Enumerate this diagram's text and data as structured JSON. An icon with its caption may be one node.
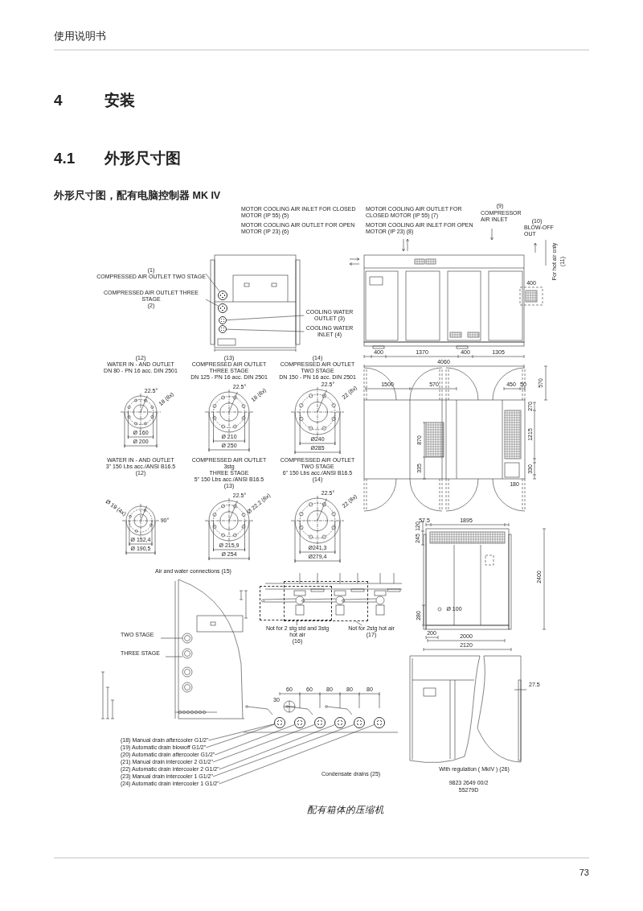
{
  "diagram": {
    "title": "外形尺寸图，配有电脑控制器 MK IV",
    "caption": "配有箱体的压缩机",
    "nodes": [
      {
        "text": [
          "(1)",
          "COMPRESSED AIR OUTLET TWO STAGE"
        ]
      },
      {
        "text": [
          "COMPRESSED AIR OUTLET THREE STAGE",
          "(2)"
        ]
      },
      {
        "text": [
          "COOLING WATER OUTLET (3)"
        ]
      },
      {
        "text": [
          "COOLING WATER INLET (4)"
        ]
      },
      {
        "text": [],
        "shape": "circle"
      },
      {
        "text": [],
        "shape": "circle"
      },
      {
        "text": [],
        "shape": "circle"
      },
      {
        "text": [],
        "shape": "circle"
      },
      {
        "text": [],
        "shape": "box"
      },
      {
        "text": [],
        "shape": "box"
      },
      {
        "text": [
          "Not for 2 stg std and 3stg hot air",
          "(16)"
        ]
      },
      {
        "text": [
          "Not for 2stg hot air",
          "(17)"
        ]
      },
      {
        "text": [
          "(18) Manual drain aftercooler G1/2\""
        ]
      },
      {
        "text": [
          "(19) Automatic drain blowoff G1/2\""
        ]
      },
      {
        "text": [
          "(20) Automatic drain aftercooler G1/2\""
        ]
      },
      {
        "text": [
          "(21) Manual drain intercooler 2 G1/2\""
        ]
      },
      {
        "text": [
          "(22) Automatic drain intercooler 2 G1/2\""
        ]
      },
      {
        "text": [
          "(23) Manual drain intercooler 1 G1/2\""
        ]
      },
      {
        "text": [
          "(24) Automatic drain intercooler 1 G1/2\""
        ]
      },
      {
        "text": [],
        "shape": "circle"
      },
      {
        "text": [],
        "shape": "circle"
      },
      {
        "text": [],
        "shape": "circle"
      },
      {
        "text": [],
        "shape": "circle"
      },
      {
        "text": [],
        "shape": "circle"
      },
      {
        "text": [],
        "shape": "circle"
      }
    ],
    "edges": [
      {
        "from": 0,
        "to": 4,
        "arrow": "none"
      },
      {
        "from": 1,
        "to": 5,
        "arrow": "none"
      },
      {
        "from": 2,
        "to": 6,
        "arrow": "none"
      },
      {
        "from": 3,
        "to": 7,
        "arrow": "none"
      },
      {
        "from": 10,
        "to": 8,
        "arrow": "none"
      },
      {
        "from": 11,
        "to": 9,
        "arrow": "none"
      },
      {
        "from": 12,
        "to": 19,
        "arrow": "none"
      },
      {
        "from": 13,
        "to": 19,
        "arrow": "none"
      },
      {
        "from": 14,
        "to": 20,
        "arrow": "none"
      },
      {
        "from": 15,
        "to": 21,
        "arrow": "none"
      },
      {
        "from": 16,
        "to": 22,
        "arrow": "none"
      },
      {
        "from": 17,
        "to": 23,
        "arrow": "none"
      },
      {
        "from": 18,
        "to": 24,
        "arrow": "none"
      }
    ],
    "labels": [
      "使用说明书",
      "4",
      "安装",
      "4.1",
      "外形尺寸图",
      "MOTOR COOLING AIR INLET FOR CLOSED MOTOR (IP 55) (5)",
      "MOTOR COOLING AIR OUTLET FOR CLOSED MOTOR (IP 55) (7)",
      "(9)",
      "COMPRESSOR AIR INLET",
      "MOTOR COOLING AIR OUTLET FOR OPEN MOTOR (IP 23) (6)",
      "MOTOR COOLING AIR INLET FOR OPEN MOTOR (IP 23) (8)",
      "(10)",
      "BLOW-OFF OUT",
      "For hot air only",
      "(11)",
      "400",
      "400",
      "1370",
      "400",
      "1305",
      "4060",
      "(12)",
      "WATER IN - AND OUTLET",
      "DN 80 - PN 16 acc. DIN 2501",
      "22.5°",
      "18 (8x)",
      "Ø 160",
      "Ø 200",
      "(13)",
      "COMPRESSED AIR OUTLET THREE STAGE",
      "DN 125 - PN 16 acc. DIN 2501",
      "22.5°",
      "18 (8x)",
      "Ø 210",
      "Ø 250",
      "(14)",
      "COMPRESSED AIR OUTLET TWO STAGE",
      "DN 150 - PN 16 acc. DIN 2501",
      "22.5°",
      "22 (8x)",
      "Ø240",
      "Ø285",
      "WATER IN - AND OUTLET",
      "3\" 150 Lbs acc./ANSI B16.5",
      "(12)",
      "Ø 19 (4x)",
      "90°",
      "Ø 152,4",
      "Ø 190,5",
      "COMPRESSED AIR OUTLET 3stg",
      "THREE STAGE",
      "5\" 150 Lbs acc./ANSI B16.5",
      "(13)",
      "22.5°",
      "Ø 22.2 (8x)",
      "Ø 215,9",
      "Ø 254",
      "COMPRESSED AIR OUTLET",
      "TWO STAGE",
      "6\" 150 Lbs acc./ANSI B16.5",
      "(14)",
      "22.5°",
      "22 (8x)",
      "Ø241,3",
      "Ø279,4",
      "1500",
      "570",
      "450",
      "50",
      "570",
      "270",
      "1215",
      "870",
      "335",
      "330",
      "180",
      "57.5",
      "1895",
      "120",
      "245",
      "2400",
      "Ø 100",
      "280",
      "200",
      "2000",
      "2120",
      "Air and water connections (15)",
      "TWO STAGE",
      "THREE STAGE",
      "60",
      "60",
      "80",
      "80",
      "80",
      "30",
      "27.5",
      "Condensate drains (25)",
      "With regulation ( MkIV ) (26)",
      "9823 2649 00/2",
      "55279D",
      "73"
    ]
  }
}
